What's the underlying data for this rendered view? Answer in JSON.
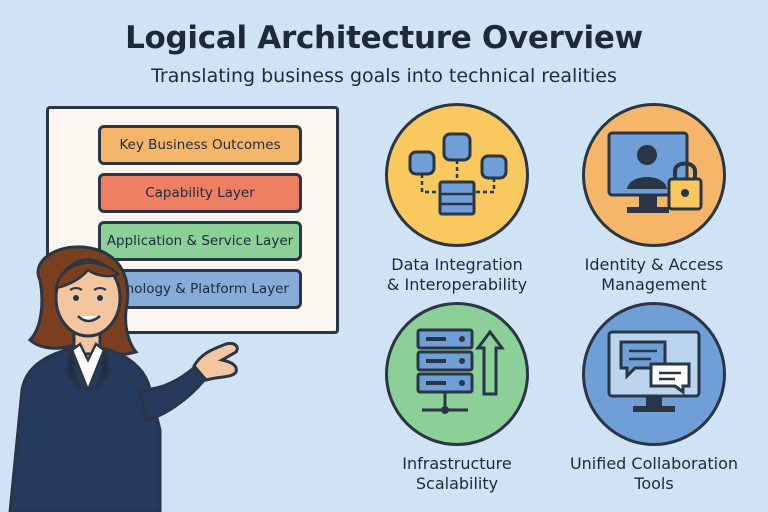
{
  "header": {
    "title": "Logical Architecture Overview",
    "subtitle": "Translating business goals into technical realities"
  },
  "layers": [
    {
      "label": "Key Business Outcomes",
      "color": "#f6b66a"
    },
    {
      "label": "Capability Layer",
      "color": "#ee7f63"
    },
    {
      "label": "Application & Service Layer",
      "color": "#8ccf97"
    },
    {
      "label": "Technology & Platform Layer",
      "color": "#87acd9"
    }
  ],
  "features": [
    {
      "line1": "Data Integration",
      "line2": "& Interoperability",
      "color": "#f9c95f",
      "icon": "database-network-icon"
    },
    {
      "line1": "Identity & Access",
      "line2": "Management",
      "color": "#f6b66a",
      "icon": "monitor-lock-icon"
    },
    {
      "line1": "Infrastructure",
      "line2": "Scalability",
      "color": "#8ccf97",
      "icon": "server-scale-icon"
    },
    {
      "line1": "Unified Collaboration",
      "line2": "Tools",
      "color": "#6f9fd6",
      "icon": "monitor-chat-icon"
    }
  ]
}
